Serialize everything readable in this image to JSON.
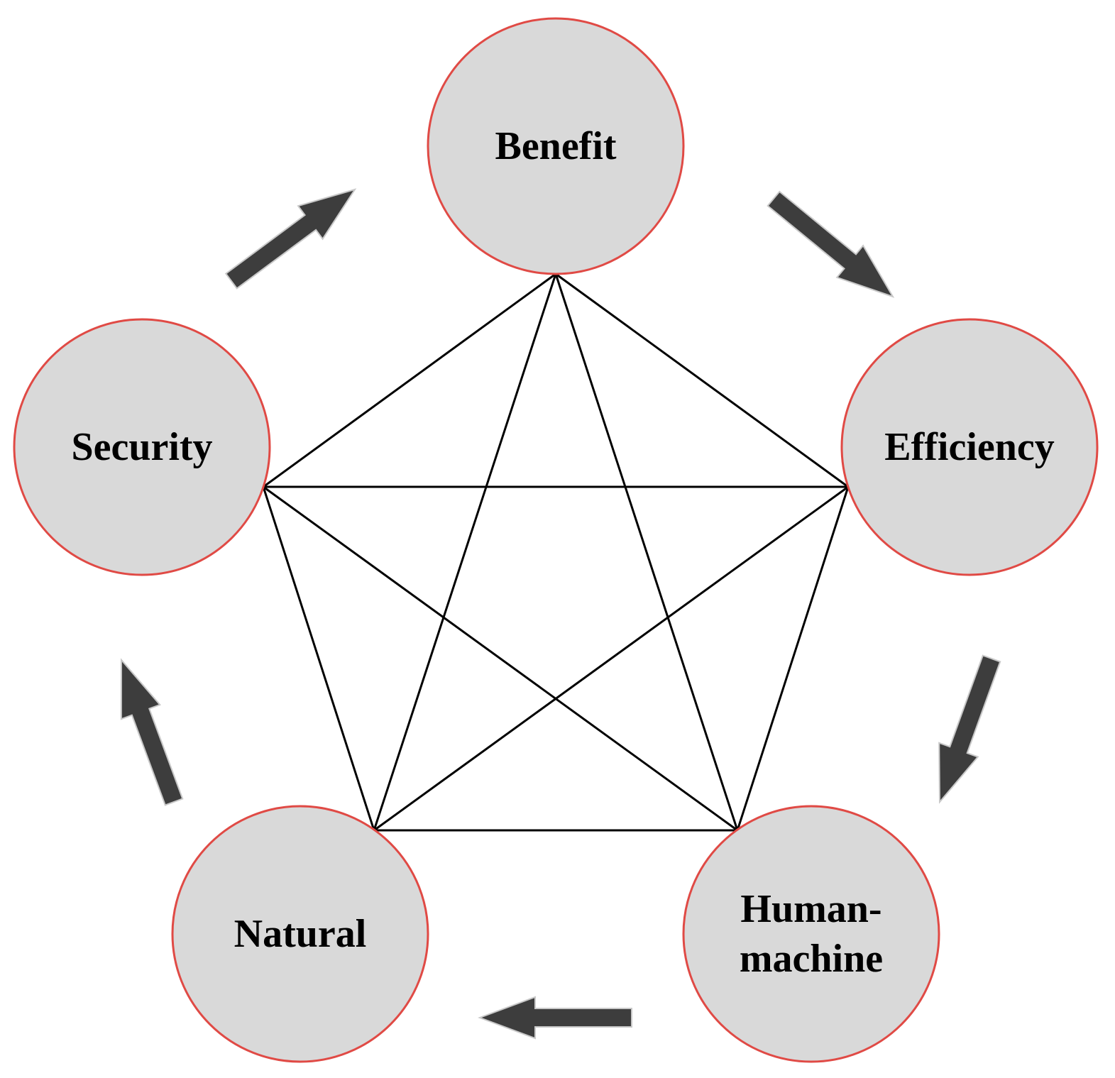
{
  "diagram": {
    "nodes": [
      {
        "id": "benefit",
        "lines": [
          "Benefit"
        ]
      },
      {
        "id": "efficiency",
        "lines": [
          "Efficiency"
        ]
      },
      {
        "id": "human-machine",
        "lines": [
          "Human-",
          "machine"
        ]
      },
      {
        "id": "natural",
        "lines": [
          "Natural"
        ]
      },
      {
        "id": "security",
        "lines": [
          "Security"
        ]
      }
    ],
    "cycle_order": [
      "benefit",
      "efficiency",
      "human-machine",
      "natural",
      "security"
    ],
    "connections": "complete-graph",
    "colors": {
      "node_fill": "#d9d9d9",
      "node_stroke": "#e04a45",
      "arrow_fill": "#3d3d3d",
      "line": "#000000"
    }
  }
}
